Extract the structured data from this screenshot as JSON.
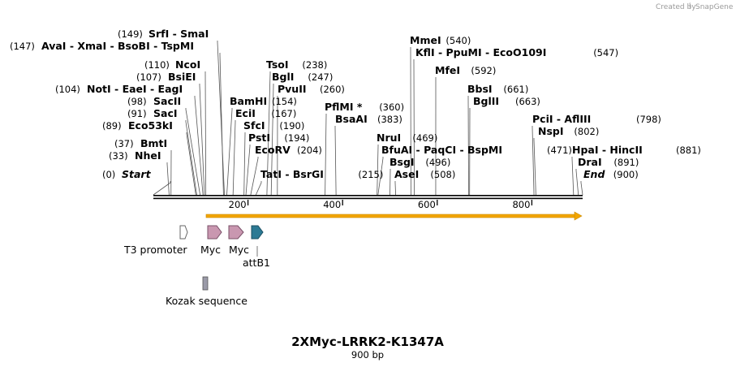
{
  "credit": {
    "text": "Created by",
    "brand": "SnapGene"
  },
  "map": {
    "name": "2XMyc-LRRK2-K1347A",
    "length_label": "900 bp",
    "length_bp": 900,
    "ruler_ticks": [
      "200",
      "400",
      "600",
      "800"
    ]
  },
  "sites": [
    {
      "pos": "(0)",
      "names": [
        "Start"
      ],
      "italic": true,
      "at": 0
    },
    {
      "pos": "(33)",
      "names": [
        "NheI"
      ],
      "at": 33
    },
    {
      "pos": "(37)",
      "names": [
        "BmtI"
      ],
      "at": 37
    },
    {
      "pos": "(89)",
      "names": [
        "Eco53kI"
      ],
      "at": 89
    },
    {
      "pos": "(91)",
      "names": [
        "SacI"
      ],
      "at": 91
    },
    {
      "pos": "(98)",
      "names": [
        "SacII"
      ],
      "at": 98
    },
    {
      "pos": "(104)",
      "names": [
        "NotI",
        "EaeI",
        "EagI"
      ],
      "at": 104
    },
    {
      "pos": "(107)",
      "names": [
        "BsiEI"
      ],
      "at": 107
    },
    {
      "pos": "(110)",
      "names": [
        "NcoI"
      ],
      "at": 110
    },
    {
      "pos": "(147)",
      "names": [
        "AvaI",
        "XmaI",
        "BsoBI",
        "TspMI"
      ],
      "at": 147
    },
    {
      "pos": "(149)",
      "names": [
        "SrfI",
        "SmaI"
      ],
      "at": 149
    },
    {
      "pos": "(154)",
      "names": [
        "BamHI"
      ],
      "at": 154
    },
    {
      "pos": "(167)",
      "names": [
        "EciI"
      ],
      "at": 167
    },
    {
      "pos": "(190)",
      "names": [
        "SfcI"
      ],
      "at": 190
    },
    {
      "pos": "(194)",
      "names": [
        "PstI"
      ],
      "at": 194
    },
    {
      "pos": "(204)",
      "names": [
        "EcoRV"
      ],
      "at": 204
    },
    {
      "pos": "(215)",
      "names": [
        "TatI",
        "BsrGI"
      ],
      "at": 215
    },
    {
      "pos": "(238)",
      "names": [
        "TsoI"
      ],
      "at": 238
    },
    {
      "pos": "(247)",
      "names": [
        "BglI"
      ],
      "at": 247
    },
    {
      "pos": "(260)",
      "names": [
        "PvuII"
      ],
      "at": 260
    },
    {
      "pos": "(360)",
      "names": [
        "PflMI *"
      ],
      "at": 360
    },
    {
      "pos": "(383)",
      "names": [
        "BsaAI"
      ],
      "at": 383
    },
    {
      "pos": "(469)",
      "names": [
        "NruI"
      ],
      "at": 469
    },
    {
      "pos": "(471)",
      "names": [
        "BfuAI",
        "PaqCI",
        "BspMI"
      ],
      "at": 471
    },
    {
      "pos": "(496)",
      "names": [
        "BsgI"
      ],
      "at": 496
    },
    {
      "pos": "(508)",
      "names": [
        "AseI"
      ],
      "at": 508
    },
    {
      "pos": "(540)",
      "names": [
        "MmeI"
      ],
      "at": 540
    },
    {
      "pos": "(547)",
      "names": [
        "KflI",
        "PpuMI",
        "EcoO109I"
      ],
      "at": 547
    },
    {
      "pos": "(592)",
      "names": [
        "MfeI"
      ],
      "at": 592
    },
    {
      "pos": "(661)",
      "names": [
        "BbsI"
      ],
      "at": 661
    },
    {
      "pos": "(663)",
      "names": [
        "BglII"
      ],
      "at": 663
    },
    {
      "pos": "(798)",
      "names": [
        "PciI",
        "AflIII"
      ],
      "at": 798
    },
    {
      "pos": "(802)",
      "names": [
        "NspI"
      ],
      "at": 802
    },
    {
      "pos": "(881)",
      "names": [
        "HpaI",
        "HincII"
      ],
      "at": 881
    },
    {
      "pos": "(891)",
      "names": [
        "DraI"
      ],
      "at": 891
    },
    {
      "pos": "(900)",
      "names": [
        "End"
      ],
      "italic": true,
      "at": 900
    }
  ],
  "features": [
    {
      "label": "T3 promoter",
      "color": "#ffffff"
    },
    {
      "label": "Myc",
      "color": "#c997b0"
    },
    {
      "label": "Myc",
      "color": "#c997b0"
    },
    {
      "label": "attB1",
      "color": "#2c7a94"
    },
    {
      "label": "Kozak sequence",
      "color": "#9a9aa8"
    }
  ],
  "orf": {
    "color": "#f2a500"
  }
}
